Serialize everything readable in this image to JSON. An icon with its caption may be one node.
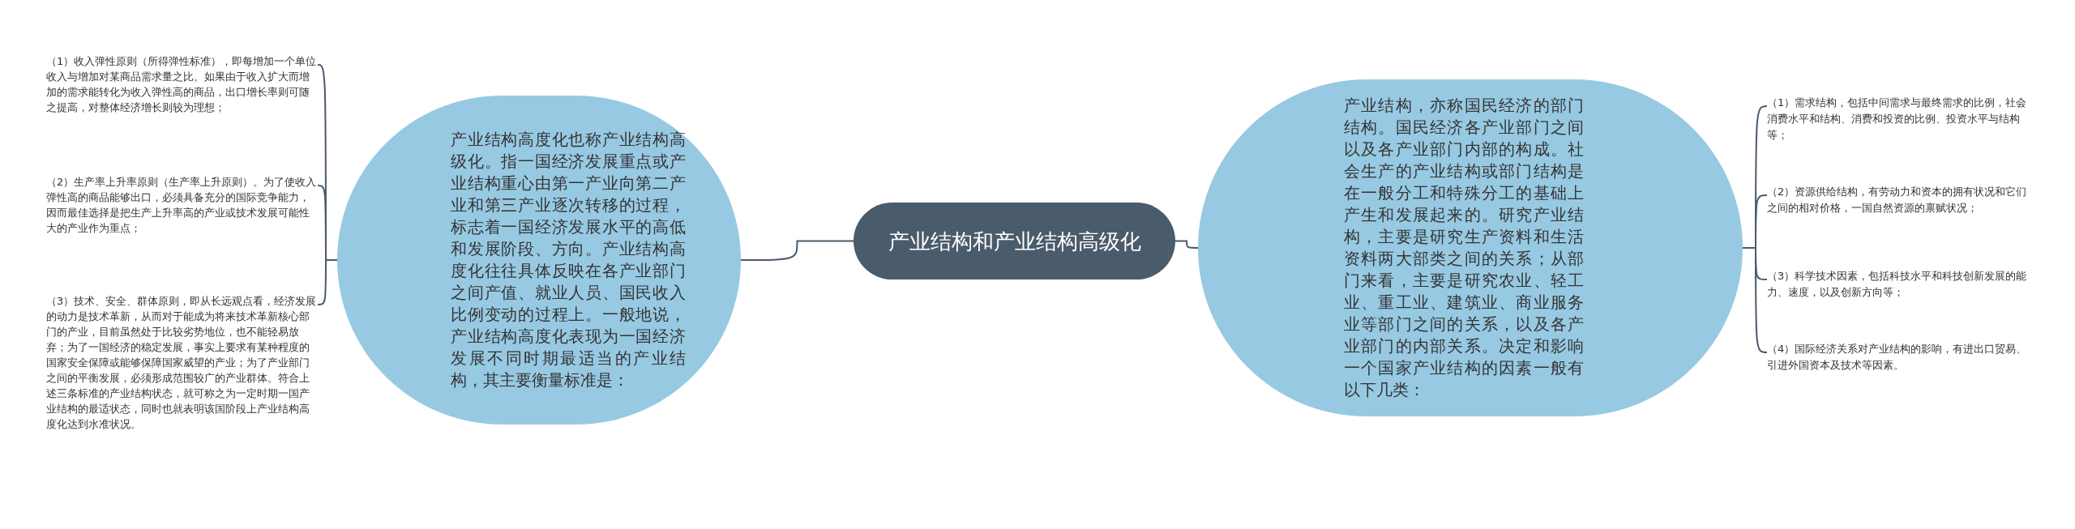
{
  "diagram": {
    "nodes": [
      {
        "text": [
          "产业结构和产业结构高级化"
        ]
      },
      {
        "text": [
          "产业结构高度化也称产业结构高级化。指一国经济发展重点或产业结构重心由第一产业向第二产业和第三产业逐次转移的过程，标志着一国经济发展水平的高低和发展阶段、方向。产业结构高度化往往具体反映在各产业部门之间产值、就业人员、国民收入比例变动的过程上。一般地说，产业结构高度化表现为一国经济发展不同时期最适当的产业结构，其主要衡量标准是："
        ]
      },
      {
        "text": [
          "（1）收入弹性原则（所得弹性标准），即每增加一个单位收入与增加对某商品需求量之比。如果由于收入扩大而增加的需求能转化为收入弹性高的商品，出口增长率则可随之提高，对整体经济增长则较为理想；"
        ]
      },
      {
        "text": [
          "（2）生产率上升率原则（生产率上升原则）。为了使收入弹性高的商品能够出口，必须具备充分的国际竞争能力，因而最佳选择是把生产上升率高的产业或技术发展可能性大的产业作为重点；"
        ]
      },
      {
        "text": [
          "（3）技术、安全、群体原则，即从长远观点看，经济发展的动力是技术革新，从而对于能成为将来技术革新核心部门的产业，目前虽然处于比较劣势地位，也不能轻易放弃；为了一国经济的稳定发展，事实上要求有某种程度的国家安全保障或能够保障国家威望的产业；为了产业部门之间的平衡发展，必须形成范围较广的产业群体。符合上述三条标准的产业结构状态，就可称之为一定时期一国产业结构的最适状态，同时也就表明该国阶段上产业结构高度化达到水准状况。"
        ]
      },
      {
        "text": [
          "产业结构，亦称国民经济的部门结构。国民经济各产业部门之间以及各产业部门内部的构成。社会生产的产业结构或部门结构是在一般分工和特殊分工的基础上产生和发展起来的。研究产业结构，主要是研究生产资料和生活资料两大部类之间的关系；从部门来看，主要是研究农业、轻工业、重工业、建筑业、商业服务业等部门之间的关系，以及各产业部门的内部关系。决定和影响一个国家产业结构的因素一般有以下几类："
        ]
      },
      {
        "text": [
          "（1）需求结构，包括中间需求与最终需求的比例，社会消费水平和结构、消费和投资的比例、投资水平与结构等；"
        ]
      },
      {
        "text": [
          "（2）资源供给结构，有劳动力和资本的拥有状况和它们之间的相对价格，一国自然资源的禀赋状况；"
        ]
      },
      {
        "text": [
          "（3）科学技术因素，包括科技水平和科技创新发展的能力、速度，以及创新方向等；"
        ]
      },
      {
        "text": [
          "（4）国际经济关系对产业结构的影响，有进出口贸易、引进外国资本及技术等因素。"
        ]
      }
    ],
    "edges": [
      {
        "from": 0,
        "to": 1,
        "arrow": "none"
      },
      {
        "from": 1,
        "to": 2,
        "arrow": "none"
      },
      {
        "from": 1,
        "to": 3,
        "arrow": "none"
      },
      {
        "from": 1,
        "to": 4,
        "arrow": "none"
      },
      {
        "from": 0,
        "to": 5,
        "arrow": "none"
      },
      {
        "from": 5,
        "to": 6,
        "arrow": "none"
      },
      {
        "from": 5,
        "to": 7,
        "arrow": "none"
      },
      {
        "from": 5,
        "to": 8,
        "arrow": "none"
      },
      {
        "from": 5,
        "to": 9,
        "arrow": "none"
      }
    ]
  }
}
